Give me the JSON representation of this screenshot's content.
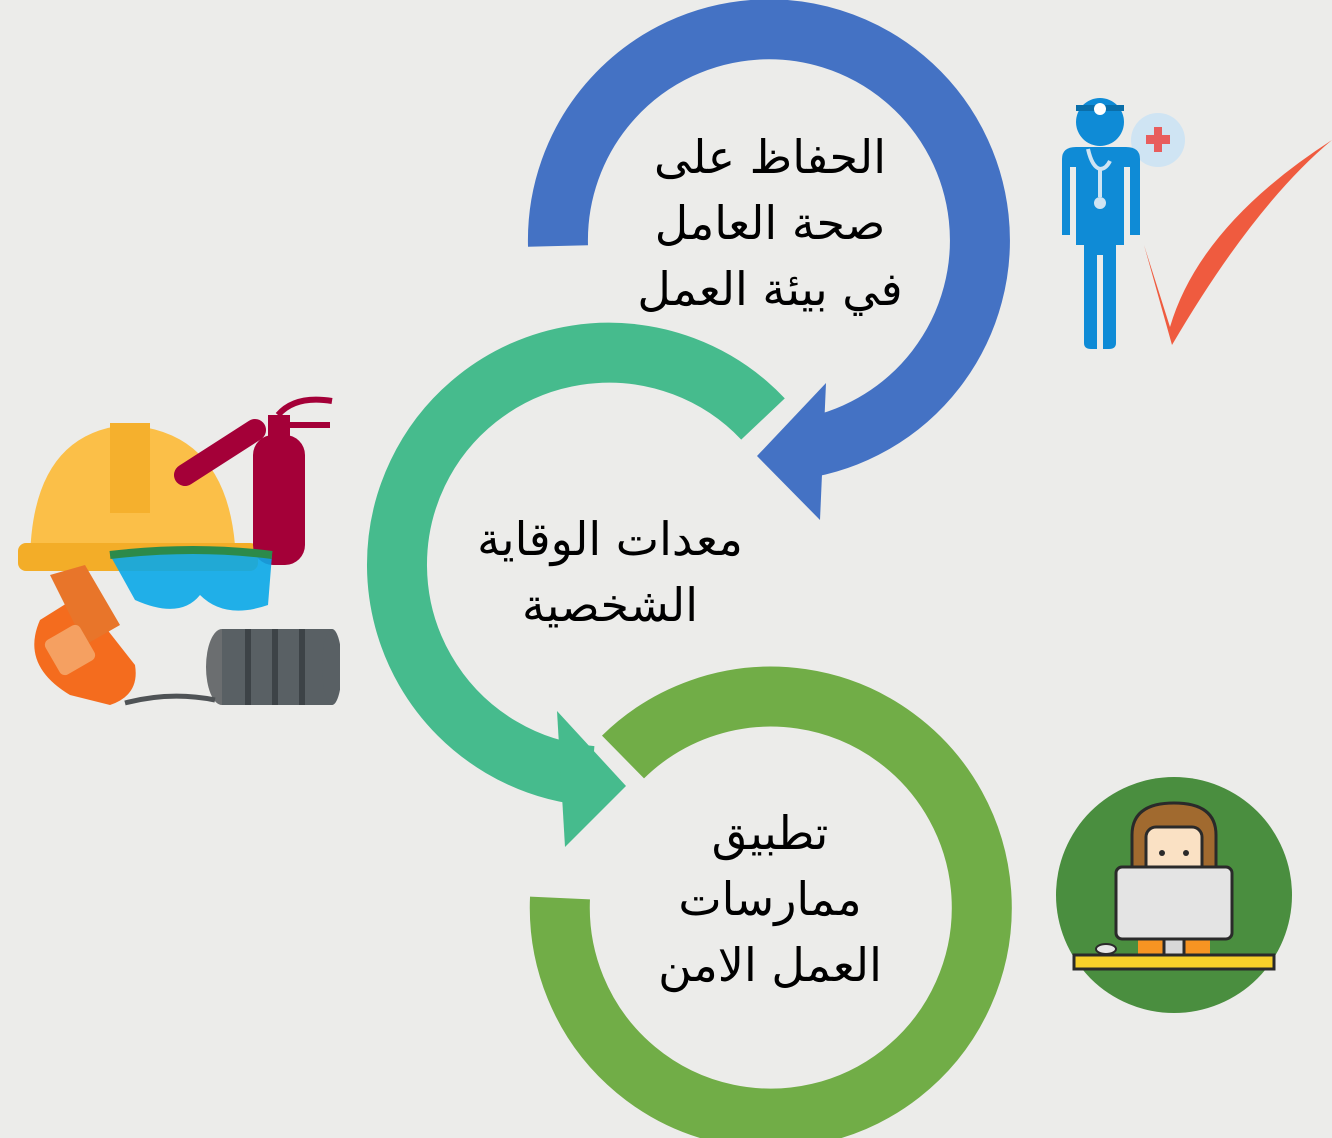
{
  "steps": [
    {
      "lines": [
        "الحفاظ على",
        "صحة العامل",
        "في بيئة العمل"
      ]
    },
    {
      "lines": [
        "معدات الوقاية",
        "الشخصية"
      ]
    },
    {
      "lines": [
        "تطبيق",
        "ممارسات",
        "العمل الامن"
      ]
    }
  ],
  "colors": {
    "step1": "#4472c4",
    "step2": "#46bb8d",
    "step3": "#71ad47",
    "checkmark": "#ef5b3f",
    "background": "#ececea"
  },
  "icons": {
    "step1": "doctor-with-checkmark-icon",
    "step2": "safety-equipment-icon",
    "step3": "worker-at-computer-icon"
  }
}
